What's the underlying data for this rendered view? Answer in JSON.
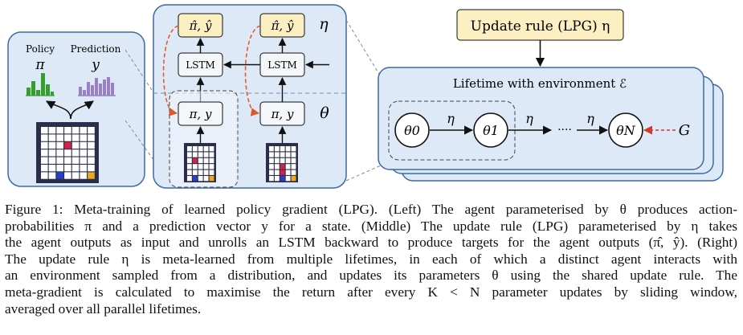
{
  "left_panel": {
    "policy_label": "Policy",
    "policy_symbol": "π",
    "prediction_label": "Prediction",
    "prediction_symbol": "y"
  },
  "middle_panel": {
    "outputs_label": "π̂, ŷ",
    "lstm_label": "LSTM",
    "agent_label": "π, y",
    "eta_symbol": "η",
    "theta_symbol": "θ"
  },
  "right_panel": {
    "update_rule_label": "Update rule (LPG) η",
    "lifetime_label": "Lifetime with environment ℰ",
    "states": [
      "θ0",
      "θ1",
      "θN"
    ],
    "ellipsis": "····",
    "eta_symbol": "η",
    "goal_label": "G"
  },
  "colors": {
    "panel_fill": "#dde9f7",
    "panel_stroke": "#3d6aa0",
    "output_box_fill": "#fcefc2",
    "bar_green": "#33a02c",
    "bar_purple": "#9b7fc4",
    "red_dashed": "#e0552a",
    "goal_red": "#d43a2a"
  },
  "caption": {
    "lines": [
      "Figure 1: Meta-training of learned policy gradient (LPG). (Left) The agent parameterised by θ produces action-",
      "probabilities π and a prediction vector y for a state. (Middle) The update rule (LPG) parameterised by η takes",
      "the agent outputs as input and unrolls an LSTM backward to produce targets for the agent outputs (π̂, ŷ). (Right)",
      "The update rule η is meta-learned from multiple lifetimes, in each of which a distinct agent interacts with",
      "an environment sampled from a distribution, and updates its parameters θ using the shared update rule. The",
      "meta-gradient is calculated to maximise the return after every K < N parameter updates by sliding window,",
      "averaged over all parallel lifetimes."
    ]
  }
}
